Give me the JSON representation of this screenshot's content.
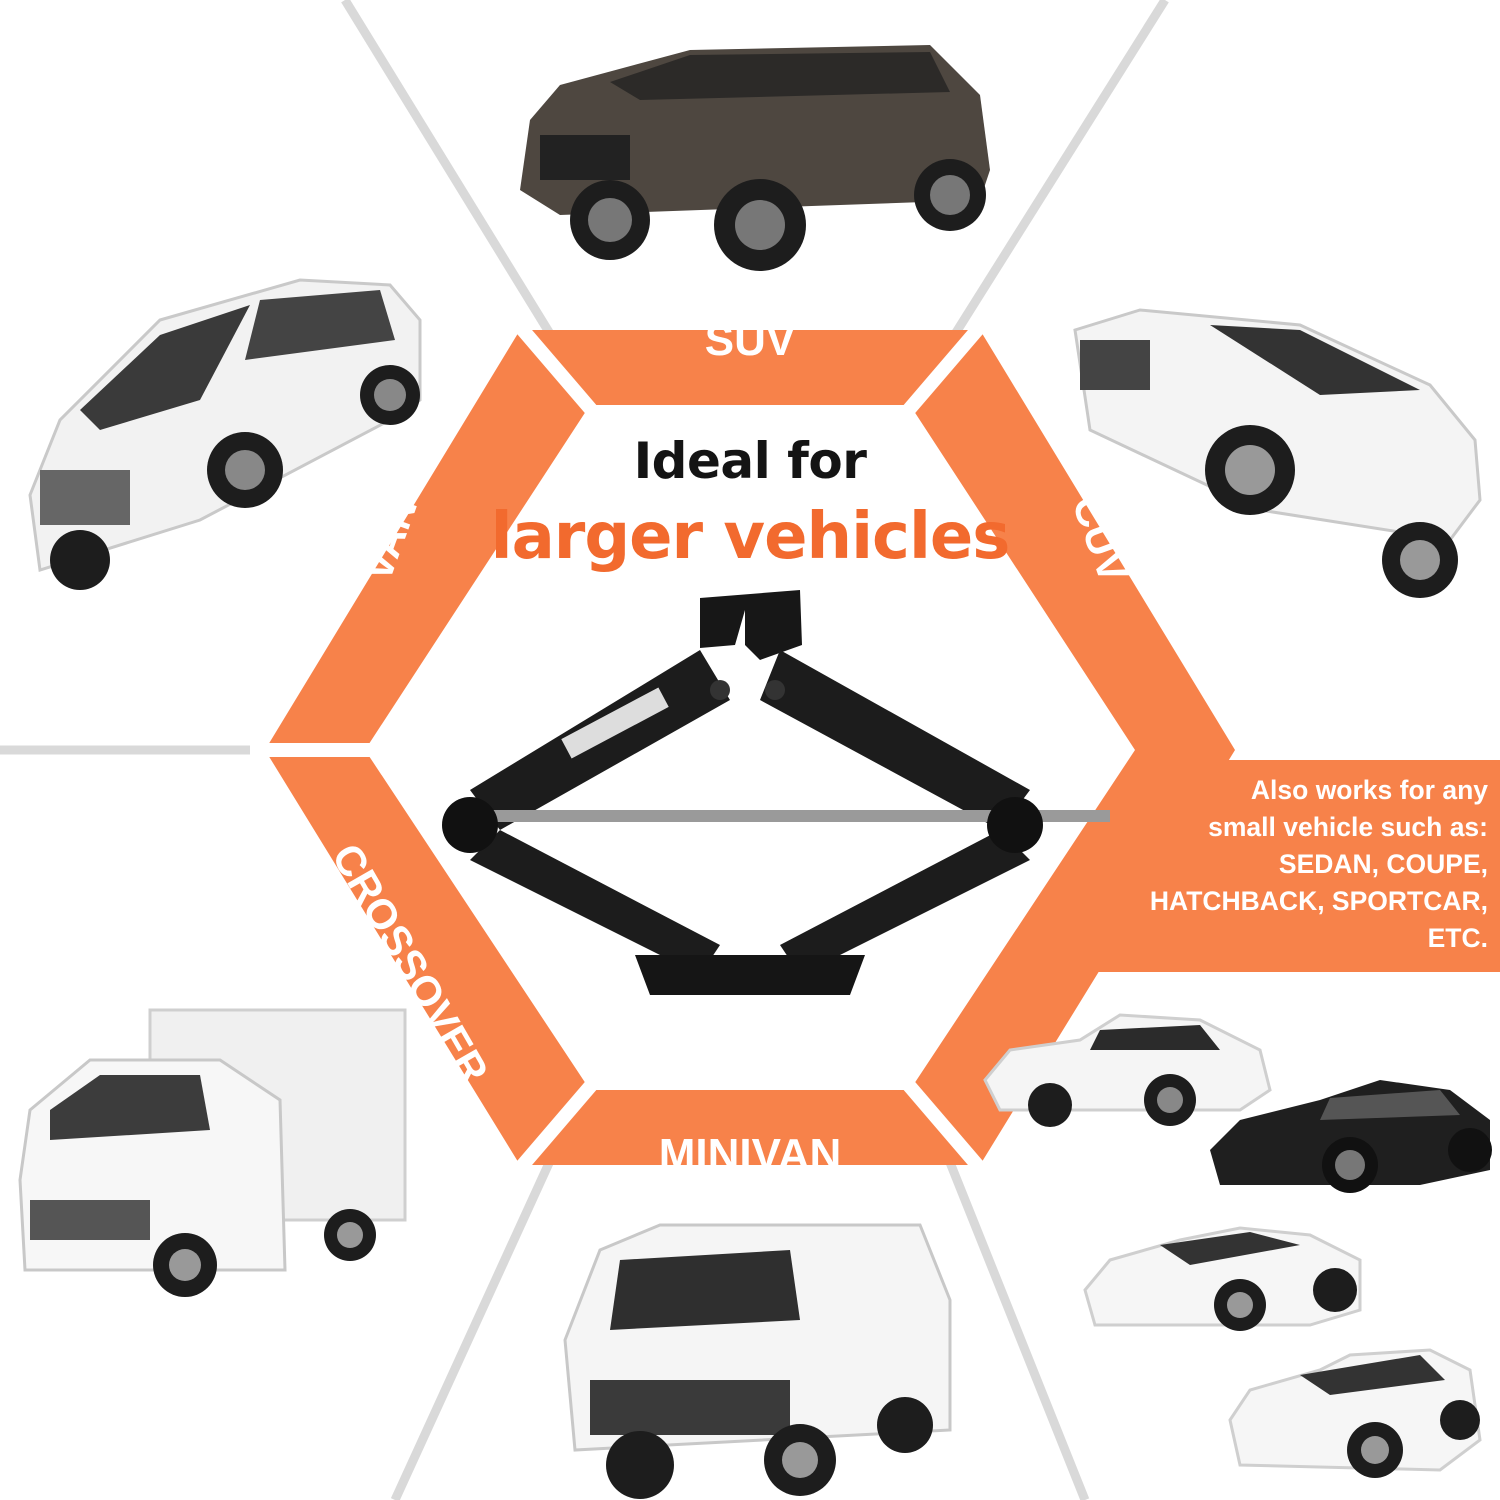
{
  "headline": {
    "line1": "Ideal for",
    "line2": "larger vehicles"
  },
  "segments": {
    "suv": "SUV",
    "cuv": "CUV",
    "minivan": "MINIVAN",
    "crossover": "CROSSOVER",
    "van": "VAN"
  },
  "also_works": {
    "lines": [
      "Also works for any",
      "small vehicle such as:",
      "SEDAN, COUPE,",
      "HATCHBACK, SPORTCAR,",
      "ETC."
    ]
  },
  "colors": {
    "accent": "#f7824a",
    "headline_accent": "#f26a2e",
    "headline_dark": "#141414",
    "divider": "#d9d9d9"
  },
  "icons": {
    "center_product": "scissor-jack-icon",
    "vehicles": [
      "suv-car-icon",
      "van-car-icon",
      "cuv-car-icon",
      "box-truck-icon",
      "cargo-van-icon",
      "sports-car-icon",
      "coupe-car-icon",
      "sedan-car-icon",
      "hatchback-car-icon"
    ]
  }
}
